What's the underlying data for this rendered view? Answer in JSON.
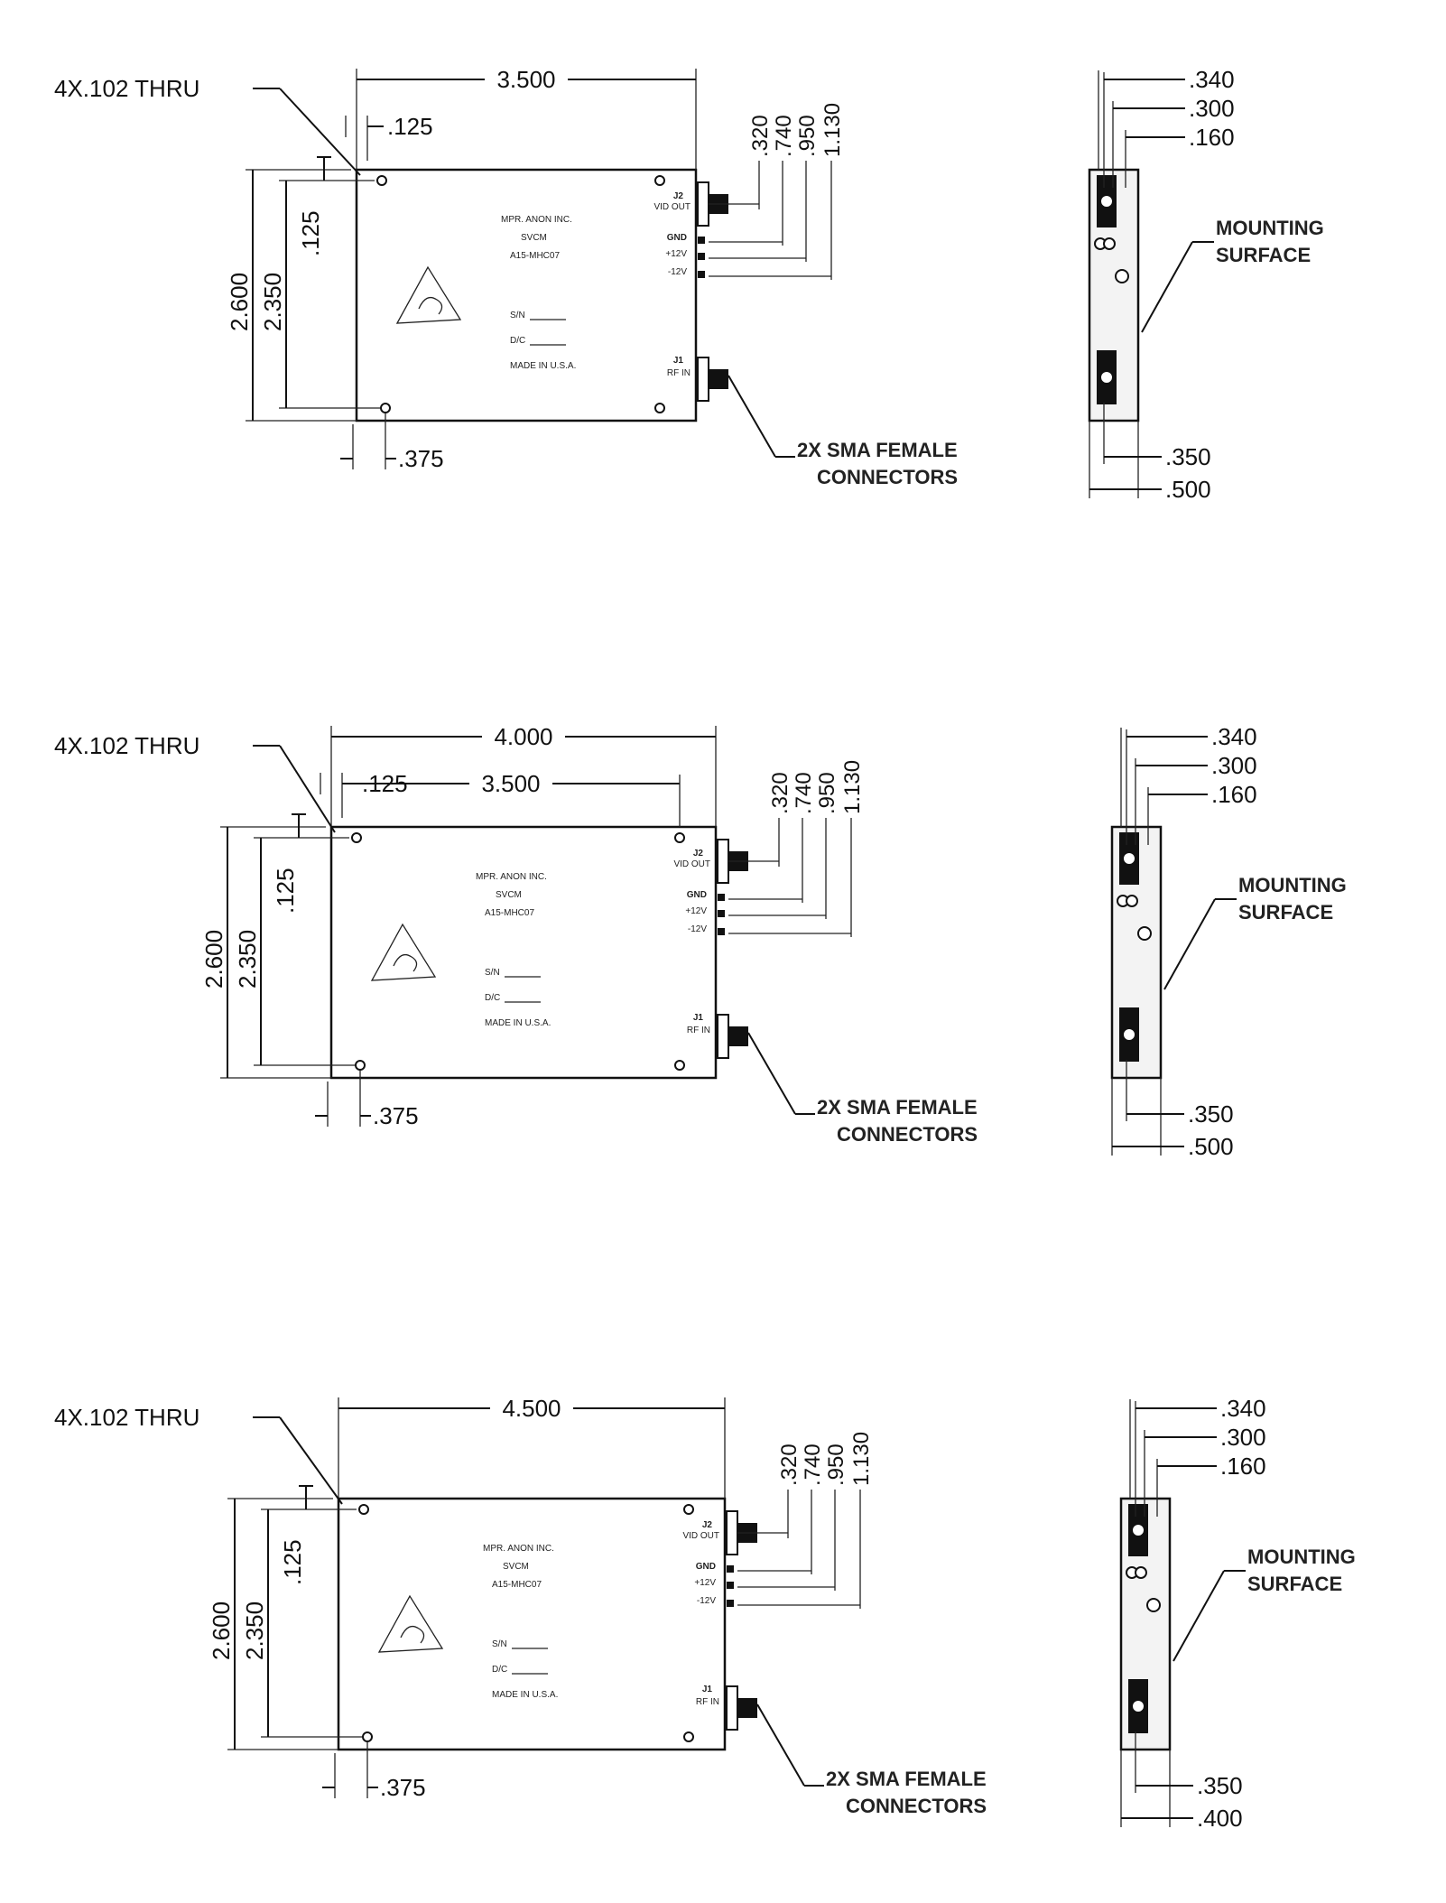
{
  "common": {
    "hole_callout": "4X.102  THRU",
    "label_text": [
      "MPR. ANON INC.",
      "SVCM",
      "A15-MHC07"
    ],
    "serial_label": "S/N",
    "date_code_label": "D/C",
    "made_in": "MADE IN U.S.A.",
    "j2_label": "J2",
    "j2_name": "VID OUT",
    "gnd_label": "GND",
    "pos_label": "+12V",
    "neg_label": "-12V",
    "j1_label": "J1",
    "j1_name": "RF IN",
    "connectors_line1": "2X SMA FEMALE",
    "connectors_line2": "CONNECTORS",
    "mounting_line1": "MOUNTING",
    "mounting_line2": "SURFACE"
  },
  "views": [
    {
      "overall_width": "3.500",
      "hole_spacing": "",
      "hole_inset_x": ".125",
      "hole_inset_y": ".125",
      "height": "2.600",
      "hole_span_y": "2.350",
      "hole_bottom_x": ".375",
      "connector_offsets": [
        ".320",
        ".740",
        ".950",
        "1.130"
      ],
      "side_dims": [
        ".340",
        ".300",
        ".160"
      ],
      "side_bottom": [
        ".350",
        ".500"
      ]
    },
    {
      "overall_width": "4.000",
      "hole_spacing": "3.500",
      "hole_inset_x": ".125",
      "hole_inset_y": ".125",
      "height": "2.600",
      "hole_span_y": "2.350",
      "hole_bottom_x": ".375",
      "connector_offsets": [
        ".320",
        ".740",
        ".950",
        "1.130"
      ],
      "side_dims": [
        ".340",
        ".300",
        ".160"
      ],
      "side_bottom": [
        ".350",
        ".500"
      ]
    },
    {
      "overall_width": "4.500",
      "hole_spacing": "",
      "hole_inset_x": "",
      "hole_inset_y": ".125",
      "height": "2.600",
      "hole_span_y": "2.350",
      "hole_bottom_x": ".375",
      "connector_offsets": [
        ".320",
        ".740",
        ".950",
        "1.130"
      ],
      "side_dims": [
        ".340",
        ".300",
        ".160"
      ],
      "side_bottom": [
        ".350",
        ".400"
      ]
    }
  ]
}
